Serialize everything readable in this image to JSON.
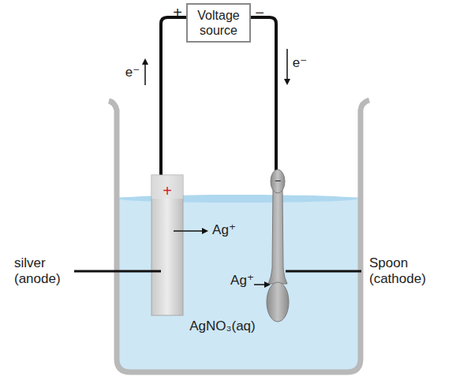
{
  "diagram": {
    "nodes": [
      {
        "text": [
          "Voltage source"
        ]
      }
    ],
    "labels": [
      "+",
      "−",
      "e⁻",
      "e⁻",
      "+",
      "−",
      "Ag⁺",
      "Ag⁺",
      "silver (anode)",
      "Spoon (cathode)",
      "AgNO₃(aq)"
    ]
  }
}
